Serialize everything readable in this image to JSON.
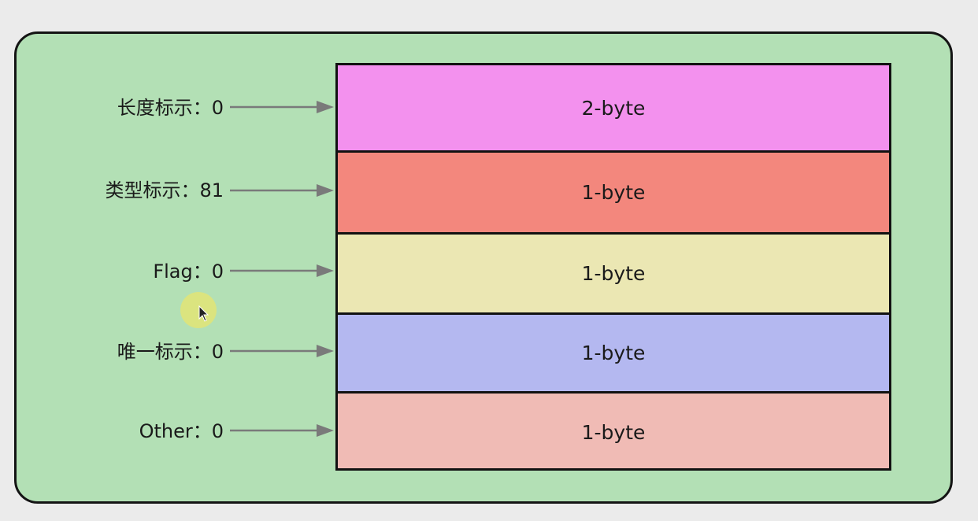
{
  "diagram": {
    "segments": [
      {
        "label": "长度标示：0",
        "text": "2-byte",
        "color": "#f391ee"
      },
      {
        "label": "类型标示：81",
        "text": "1-byte",
        "color": "#f3877d"
      },
      {
        "label": "Flag：0",
        "text": "1-byte",
        "color": "#ebe7b3"
      },
      {
        "label": "唯一标示：0",
        "text": "1-byte",
        "color": "#b4b8f0"
      },
      {
        "label": "Other：0",
        "text": "1-byte",
        "color": "#f0bbb5"
      }
    ],
    "colors": {
      "panel": "#b3e0b5",
      "arrow": "#7a7a7a",
      "border": "#111111"
    }
  }
}
